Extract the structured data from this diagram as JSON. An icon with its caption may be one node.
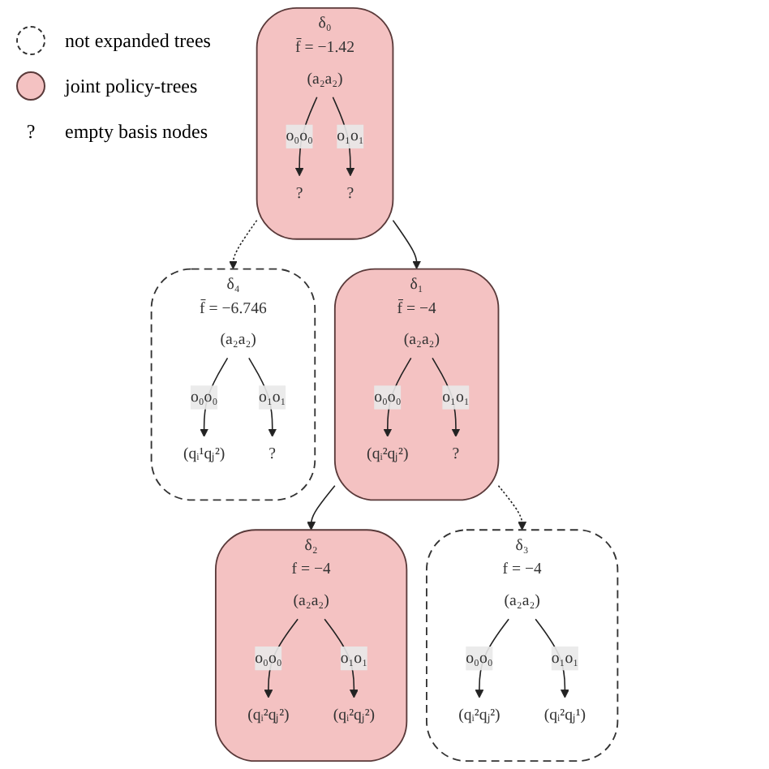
{
  "diagram": {
    "nodes": [
      {
        "text": [
          "δ₀"
        ],
        "beside": [
          "f̄ = −1.42"
        ]
      },
      {
        "text": [
          "(a₂a₂)"
        ],
        "in": 0
      },
      {
        "text": [
          "?"
        ],
        "in": 0
      },
      {
        "text": [
          "?"
        ],
        "in": 0
      },
      {
        "text": [
          "δ₁"
        ],
        "beside": [
          "f̄ = −4"
        ]
      },
      {
        "text": [
          "(a₂a₂)"
        ],
        "in": 4
      },
      {
        "text": [
          "(qᵢ²qⱼ²)"
        ],
        "in": 4
      },
      {
        "text": [
          "?"
        ],
        "in": 4
      },
      {
        "text": [
          "δ₄"
        ],
        "beside": [
          "f̄ = −6.746"
        ]
      },
      {
        "text": [
          "(a₂a₂)"
        ],
        "in": 8
      },
      {
        "text": [
          "(qᵢ¹qⱼ²)"
        ],
        "in": 8
      },
      {
        "text": [
          "?"
        ],
        "in": 8
      },
      {
        "text": [
          "δ₂"
        ],
        "beside": [
          "f = −4"
        ]
      },
      {
        "text": [
          "(a₂a₂)"
        ],
        "in": 12
      },
      {
        "text": [
          "(qᵢ²qⱼ²)"
        ],
        "in": 12
      },
      {
        "text": [
          "(qᵢ²qⱼ²)"
        ],
        "in": 12
      },
      {
        "text": [
          "δ₃"
        ],
        "beside": [
          "f = −4"
        ]
      },
      {
        "text": [
          "(a₂a₂)"
        ],
        "in": 16
      },
      {
        "text": [
          "(qᵢ²qⱼ²)"
        ],
        "in": 16
      },
      {
        "text": [
          "(qᵢ²qⱼ¹)"
        ],
        "in": 16
      }
    ],
    "edges": [
      {
        "from": 1,
        "to": 2,
        "arrow": "to",
        "label": "o₀o₀"
      },
      {
        "from": 1,
        "to": 3,
        "arrow": "to",
        "label": "o₁o₁"
      },
      {
        "from": 5,
        "to": 6,
        "arrow": "to",
        "label": "o₀o₀"
      },
      {
        "from": 5,
        "to": 7,
        "arrow": "to",
        "label": "o₁o₁"
      },
      {
        "from": 9,
        "to": 10,
        "arrow": "to",
        "label": "o₀o₀"
      },
      {
        "from": 9,
        "to": 11,
        "arrow": "to",
        "label": "o₁o₁"
      },
      {
        "from": 13,
        "to": 14,
        "arrow": "to",
        "label": "o₀o₀"
      },
      {
        "from": 13,
        "to": 15,
        "arrow": "to",
        "label": "o₁o₁"
      },
      {
        "from": 17,
        "to": 18,
        "arrow": "to",
        "label": "o₀o₀"
      },
      {
        "from": 17,
        "to": 19,
        "arrow": "to",
        "label": "o₁o₁"
      },
      {
        "from": 0,
        "to": 4,
        "arrow": "to"
      },
      {
        "from": 0,
        "to": 8,
        "arrow": "to",
        "style": "dashed"
      },
      {
        "from": 4,
        "to": 12,
        "arrow": "to"
      },
      {
        "from": 4,
        "to": 16,
        "arrow": "to",
        "style": "dashed"
      }
    ],
    "labels": [
      "?"
    ],
    "legend": [
      {
        "text": "not expanded trees"
      },
      {
        "text": "joint policy-trees",
        "color": "#f4c2c2"
      },
      {
        "text": "empty basis nodes"
      }
    ]
  }
}
